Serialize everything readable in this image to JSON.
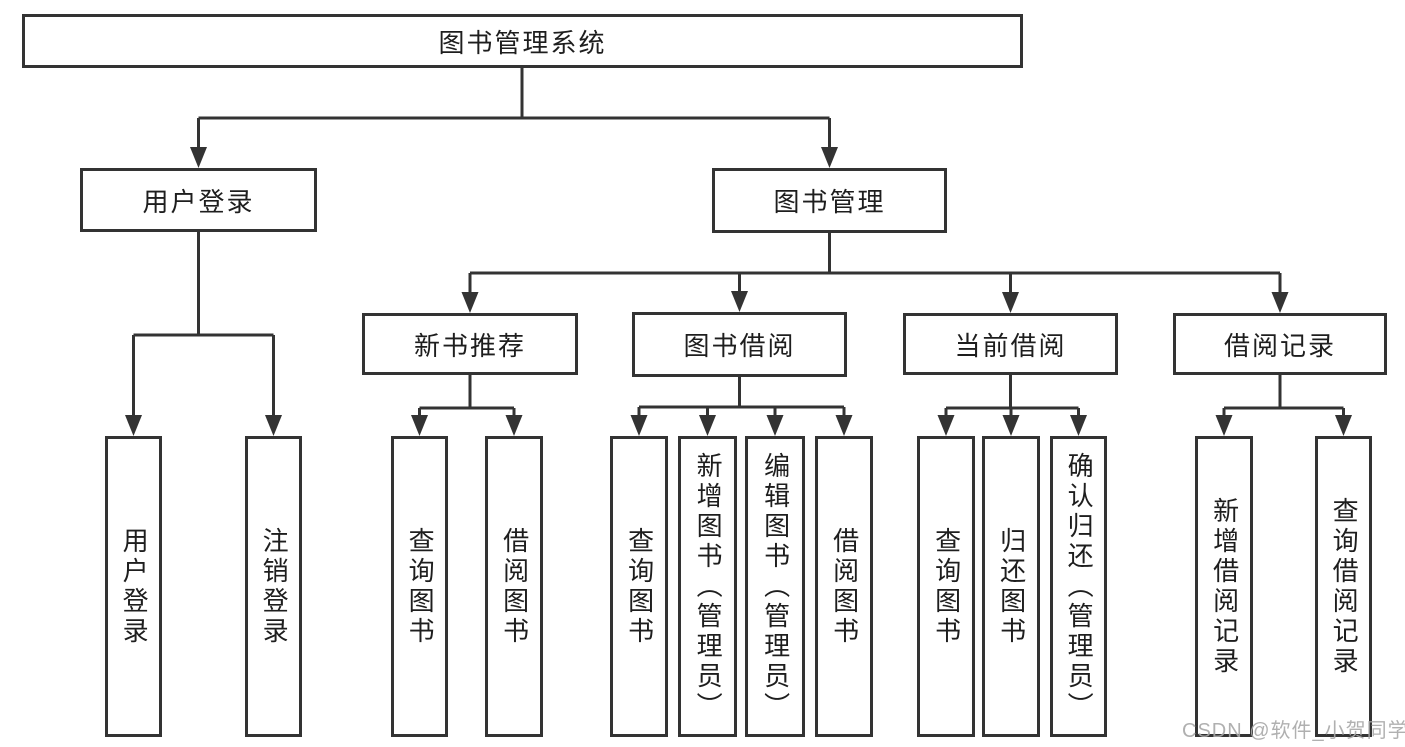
{
  "diagram": {
    "type": "hierarchy-tree",
    "title": "图书管理系统",
    "watermark": "CSDN @软件_小贺同学",
    "colors": {
      "line": "#333333",
      "box_border": "#333333",
      "box_fill": "#ffffff",
      "text": "#1e1e1e",
      "background": "#ffffff",
      "watermark": "#a8a8a8"
    },
    "nodes": {
      "root": "图书管理系统",
      "user_login": "用户登录",
      "book_mgmt": "图书管理",
      "new_book_rec": "新书推荐",
      "book_borrow": "图书借阅",
      "current_borrow": "当前借阅",
      "borrow_records": "借阅记录",
      "leaf_user_login": "用户登录",
      "leaf_logout": "注销登录",
      "leaf_query_book_rec": "查询图书",
      "leaf_borrow_book_rec": "借阅图书",
      "leaf_query_book_borrow": "查询图书",
      "leaf_add_book_admin": "新增图书（管理员）",
      "leaf_edit_book_admin": "编辑图书（管理员）",
      "leaf_borrow_book_borrow": "借阅图书",
      "leaf_query_book_current": "查询图书",
      "leaf_return_book": "归还图书",
      "leaf_confirm_return_admin": "确认归还（管理员）",
      "leaf_add_borrow_record": "新增借阅记录",
      "leaf_query_borrow_record": "查询借阅记录"
    },
    "structure": {
      "图书管理系统": {
        "用户登录": [
          "用户登录",
          "注销登录"
        ],
        "图书管理": {
          "新书推荐": [
            "查询图书",
            "借阅图书"
          ],
          "图书借阅": [
            "查询图书",
            "新增图书（管理员）",
            "编辑图书（管理员）",
            "借阅图书"
          ],
          "当前借阅": [
            "查询图书",
            "归还图书",
            "确认归还（管理员）"
          ],
          "借阅记录": [
            "新增借阅记录",
            "查询借阅记录"
          ]
        }
      }
    }
  }
}
